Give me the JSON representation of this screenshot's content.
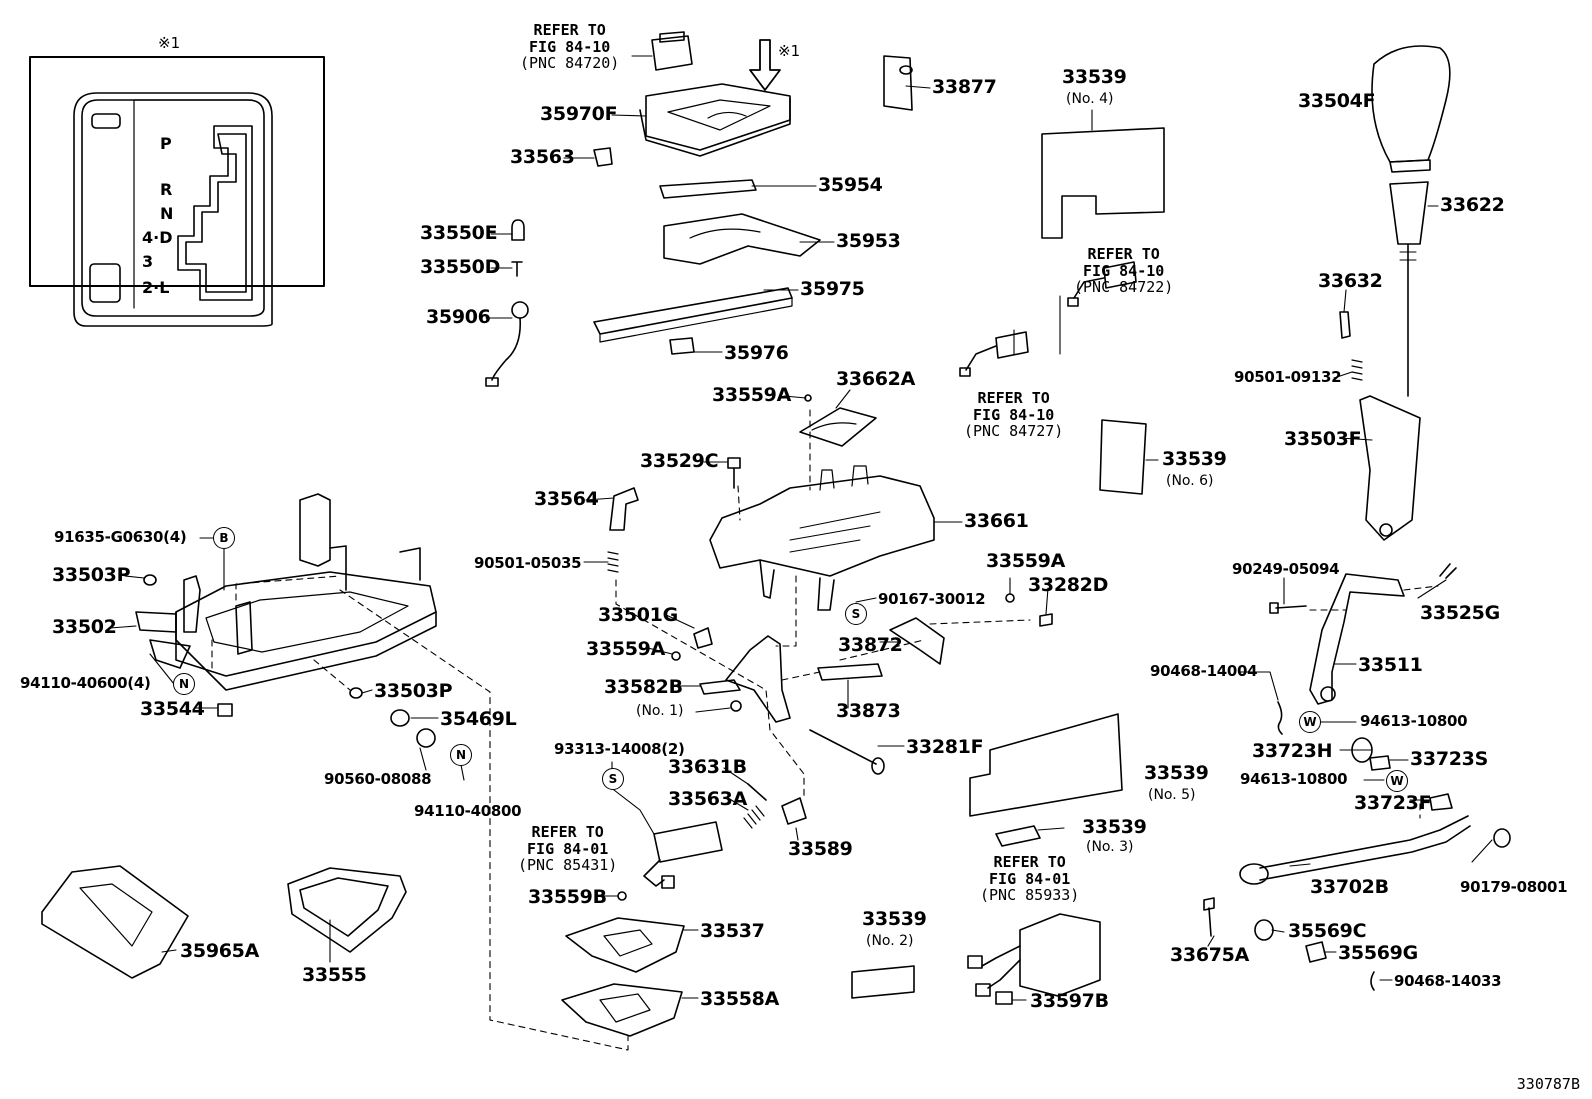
{
  "inset": {
    "mark": "※1",
    "gate_positions": [
      "P",
      "R",
      "N",
      "4·D",
      "3",
      "2·L"
    ]
  },
  "arrow_mark": "※1",
  "notes": {
    "fig_84720": [
      "REFER TO",
      "FIG 84-10",
      "(PNC 84720)"
    ],
    "fig_84722": [
      "REFER TO",
      "FIG 84-10",
      "(PNC 84722)"
    ],
    "fig_84727": [
      "REFER TO",
      "FIG 84-10",
      "(PNC 84727)"
    ],
    "fig_85431": [
      "REFER TO",
      "FIG 84-01",
      "(PNC 85431)"
    ],
    "fig_85933": [
      "REFER TO",
      "FIG 84-01",
      "(PNC 85933)"
    ]
  },
  "callout_letters": {
    "b": "B",
    "n": "N",
    "s": "S",
    "w": "W"
  },
  "parts": {
    "p33877": "33877",
    "p35970F": "35970F",
    "p33563": "33563",
    "p35954": "35954",
    "p35953": "35953",
    "p33550E": "33550E",
    "p33550D": "33550D",
    "p35975": "35975",
    "p35906": "35906",
    "p35976": "35976",
    "p33539_no4": "33539",
    "no4": "(No. 4)",
    "p33504F": "33504F",
    "p33622": "33622",
    "p33632": "33632",
    "p90501_09132": "90501-09132",
    "p33503F": "33503F",
    "p33559A_top": "33559A",
    "p33662A": "33662A",
    "p33529C": "33529C",
    "p33564": "33564",
    "p33661": "33661",
    "p33539_no6": "33539",
    "no6": "(No. 6)",
    "p91635": "91635-G0630(4)",
    "p33503P_top": "33503P",
    "p90501_05035": "90501-05035",
    "p33559A_mid": "33559A",
    "p33282D": "33282D",
    "p90167": "90167-30012",
    "p90249": "90249-05094",
    "p33525G": "33525G",
    "p33502": "33502",
    "p33501G": "33501G",
    "p33872": "33872",
    "p33559A_low": "33559A",
    "p33511": "33511",
    "p90468_14004": "90468-14004",
    "p94110_40600": "94110-40600(4)",
    "p33582B": "33582B",
    "no1": "(No. 1)",
    "p33873": "33873",
    "p33503P_low": "33503P",
    "p33544": "33544",
    "p35469L": "35469L",
    "p94613_top": "94613-10800",
    "p33281F": "33281F",
    "p33723H": "33723H",
    "p33723S": "33723S",
    "p90560": "90560-08088",
    "p94110_40800": "94110-40800",
    "p93313": "93313-14008(2)",
    "p33631B": "33631B",
    "p33539_no5": "33539",
    "no5": "(No. 5)",
    "p94613_low": "94613-10800",
    "p33563A": "33563A",
    "p33723F": "33723F",
    "p33589": "33589",
    "p33539_no3": "33539",
    "no3": "(No. 3)",
    "p33702B": "33702B",
    "p90179": "90179-08001",
    "p33559B": "33559B",
    "p33537": "33537",
    "p33539_no2": "33539",
    "no2": "(No. 2)",
    "p35569C": "35569C",
    "p35965A": "35965A",
    "p33555": "33555",
    "p33675A": "33675A",
    "p35569G": "35569G",
    "p33558A": "33558A",
    "p33597B": "33597B",
    "p90468_14033": "90468-14033"
  },
  "figure_code": "330787B"
}
